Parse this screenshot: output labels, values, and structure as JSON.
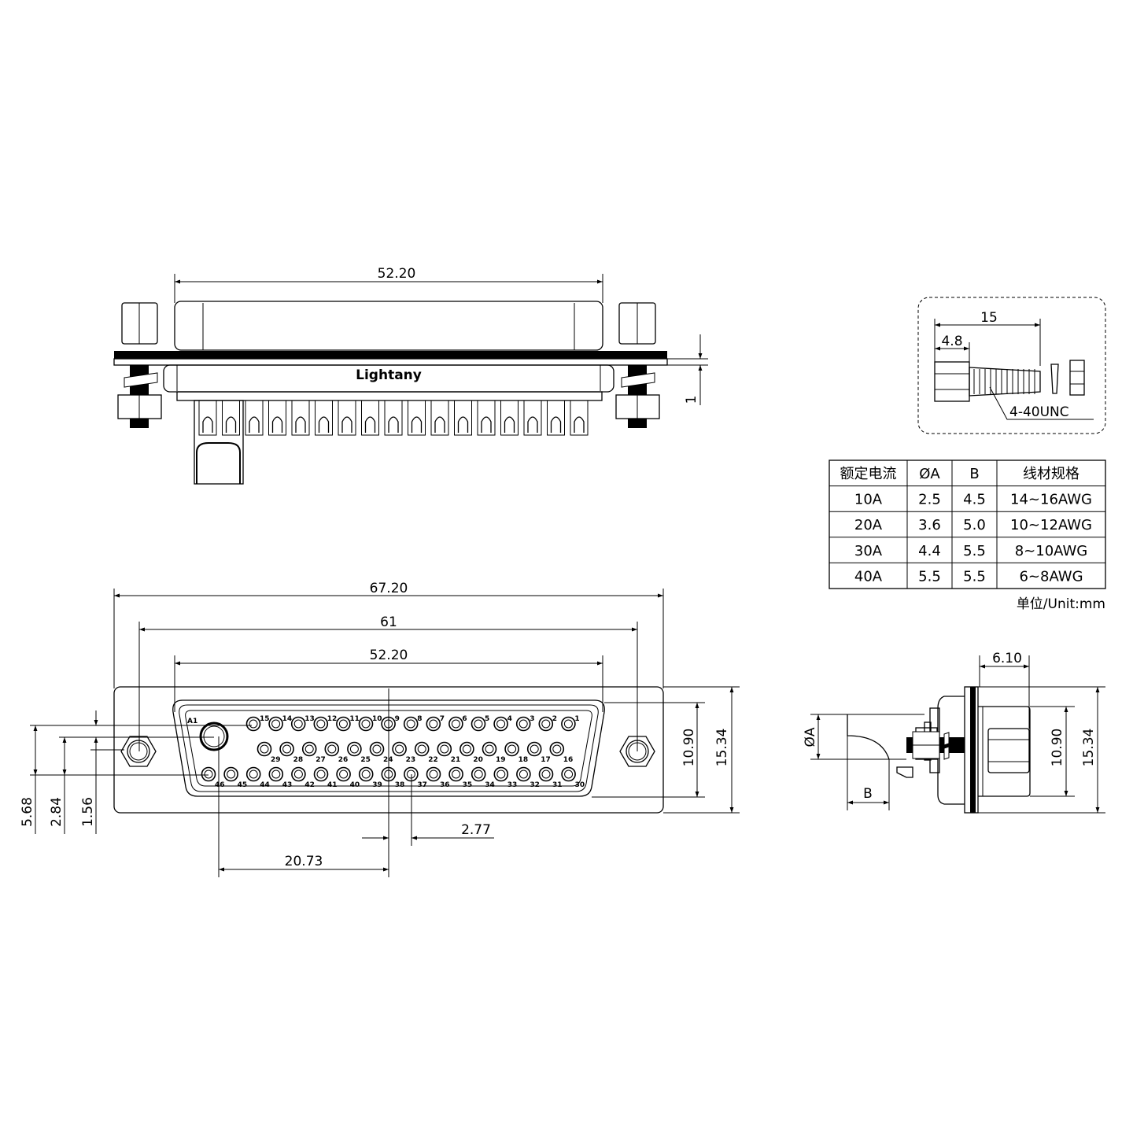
{
  "top_view": {
    "brand": "Lightany",
    "dim_width": "52.20",
    "dim_flange": "1"
  },
  "screw_detail": {
    "dim_total": "15",
    "dim_head": "4.8",
    "thread": "4-40UNC"
  },
  "spec_table": {
    "headers": [
      "额定电流",
      "ØA",
      "B",
      "线材规格"
    ],
    "rows": [
      [
        "10A",
        "2.5",
        "4.5",
        "14~16AWG"
      ],
      [
        "20A",
        "3.6",
        "5.0",
        "10~12AWG"
      ],
      [
        "30A",
        "4.4",
        "5.5",
        "8~10AWG"
      ],
      [
        "40A",
        "5.5",
        "5.5",
        "6~8AWG"
      ]
    ],
    "unit": "单位/Unit:mm"
  },
  "front_view": {
    "dim_overall": "67.20",
    "dim_mount": "61",
    "dim_shell": "52.20",
    "dim_inner_height": "10.90",
    "dim_outer_height": "15.34",
    "dim_left_a": "5.68",
    "dim_left_b": "2.84",
    "dim_left_c": "1.56",
    "dim_coax_offset": "20.73",
    "dim_pitch": "2.77",
    "coax_label": "A1",
    "row1_pins": [
      "15",
      "14",
      "13",
      "12",
      "11",
      "10",
      "9",
      "8",
      "7",
      "6",
      "5",
      "4",
      "3",
      "2",
      "1"
    ],
    "row2_pins": [
      "29",
      "28",
      "27",
      "26",
      "25",
      "24",
      "23",
      "22",
      "21",
      "20",
      "19",
      "18",
      "17",
      "16"
    ],
    "row3_pins": [
      "46",
      "45",
      "44",
      "43",
      "42",
      "41",
      "40",
      "39",
      "38",
      "37",
      "36",
      "35",
      "34",
      "33",
      "32",
      "31",
      "30"
    ]
  },
  "side_view": {
    "dim_depth": "6.10",
    "dim_inner_height": "10.90",
    "dim_outer_height": "15.34",
    "dim_wire_dia": "ØA",
    "dim_strip": "B"
  }
}
